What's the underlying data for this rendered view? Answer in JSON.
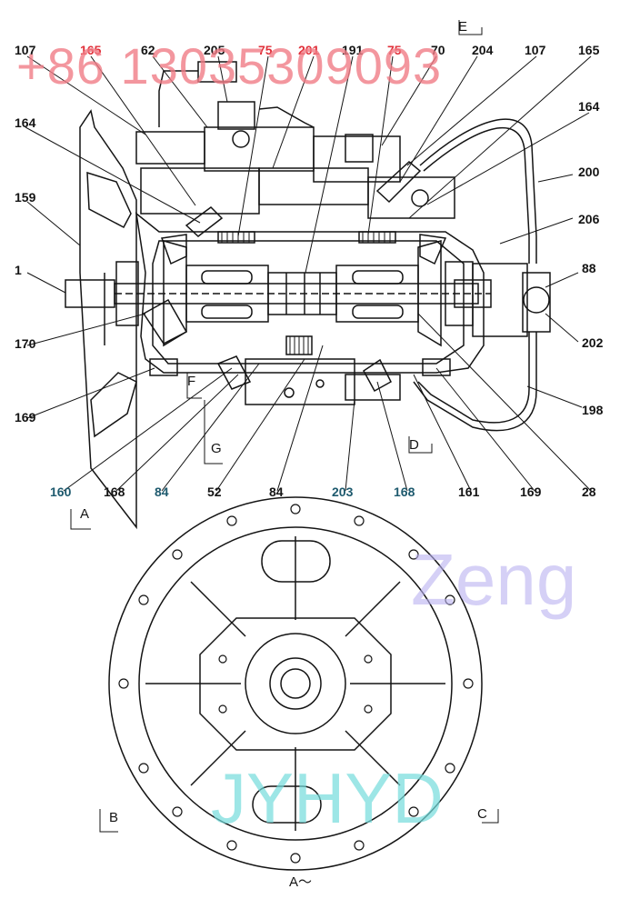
{
  "watermarks": {
    "phone": "+86 13035309093",
    "brand": "JYHYD",
    "zeng": "Zeng",
    "phone_color": "#f07c86",
    "brand_color": "#74dcdc",
    "zeng_color": "#b9b0f0"
  },
  "part_labels": {
    "top": [
      "107",
      "165",
      "62",
      "205",
      "75",
      "201",
      "191",
      "75",
      "70",
      "204",
      "107",
      "165"
    ],
    "right": [
      "164",
      "200",
      "206",
      "88",
      "202",
      "198"
    ],
    "left": [
      "164",
      "159",
      "1",
      "170",
      "169"
    ],
    "bottom": [
      "160",
      "168",
      "84",
      "52",
      "84",
      "203",
      "168",
      "161",
      "169",
      "28"
    ]
  },
  "view_labels": {
    "E": "E",
    "F": "F",
    "G": "G",
    "D": "D",
    "A": "A",
    "B": "B",
    "C": "C",
    "A_view": "A～"
  },
  "colors": {
    "line": "#141414",
    "label_red": "#e0303a",
    "label_teal": "#1e5a6e"
  }
}
